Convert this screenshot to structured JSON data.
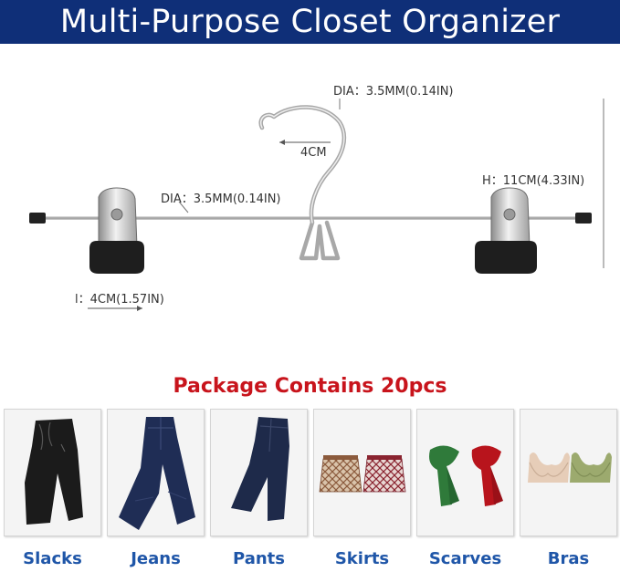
{
  "banner": {
    "title": "Multi-Purpose Closet Organizer"
  },
  "dimensions": {
    "hook_wire": "DIA：3.5MM(0.14IN)",
    "hook_width": "4CM",
    "bar_wire": "DIA：3.5MM(0.14IN)",
    "height": "H：11CM(4.33IN)",
    "clip_length": "l：4CM(1.57IN)"
  },
  "package": {
    "title": "Package Contains 20pcs",
    "items": [
      {
        "label": "Slacks",
        "icon": "slacks-icon"
      },
      {
        "label": "Jeans",
        "icon": "jeans-icon"
      },
      {
        "label": "Pants",
        "icon": "pants-icon"
      },
      {
        "label": "Skirts",
        "icon": "skirts-icon"
      },
      {
        "label": "Scarves",
        "icon": "scarves-icon"
      },
      {
        "label": "Bras",
        "icon": "bras-icon"
      }
    ]
  },
  "colors": {
    "banner": "#0f2f78",
    "package_title": "#c8141c",
    "labels": "#1f56a8"
  }
}
